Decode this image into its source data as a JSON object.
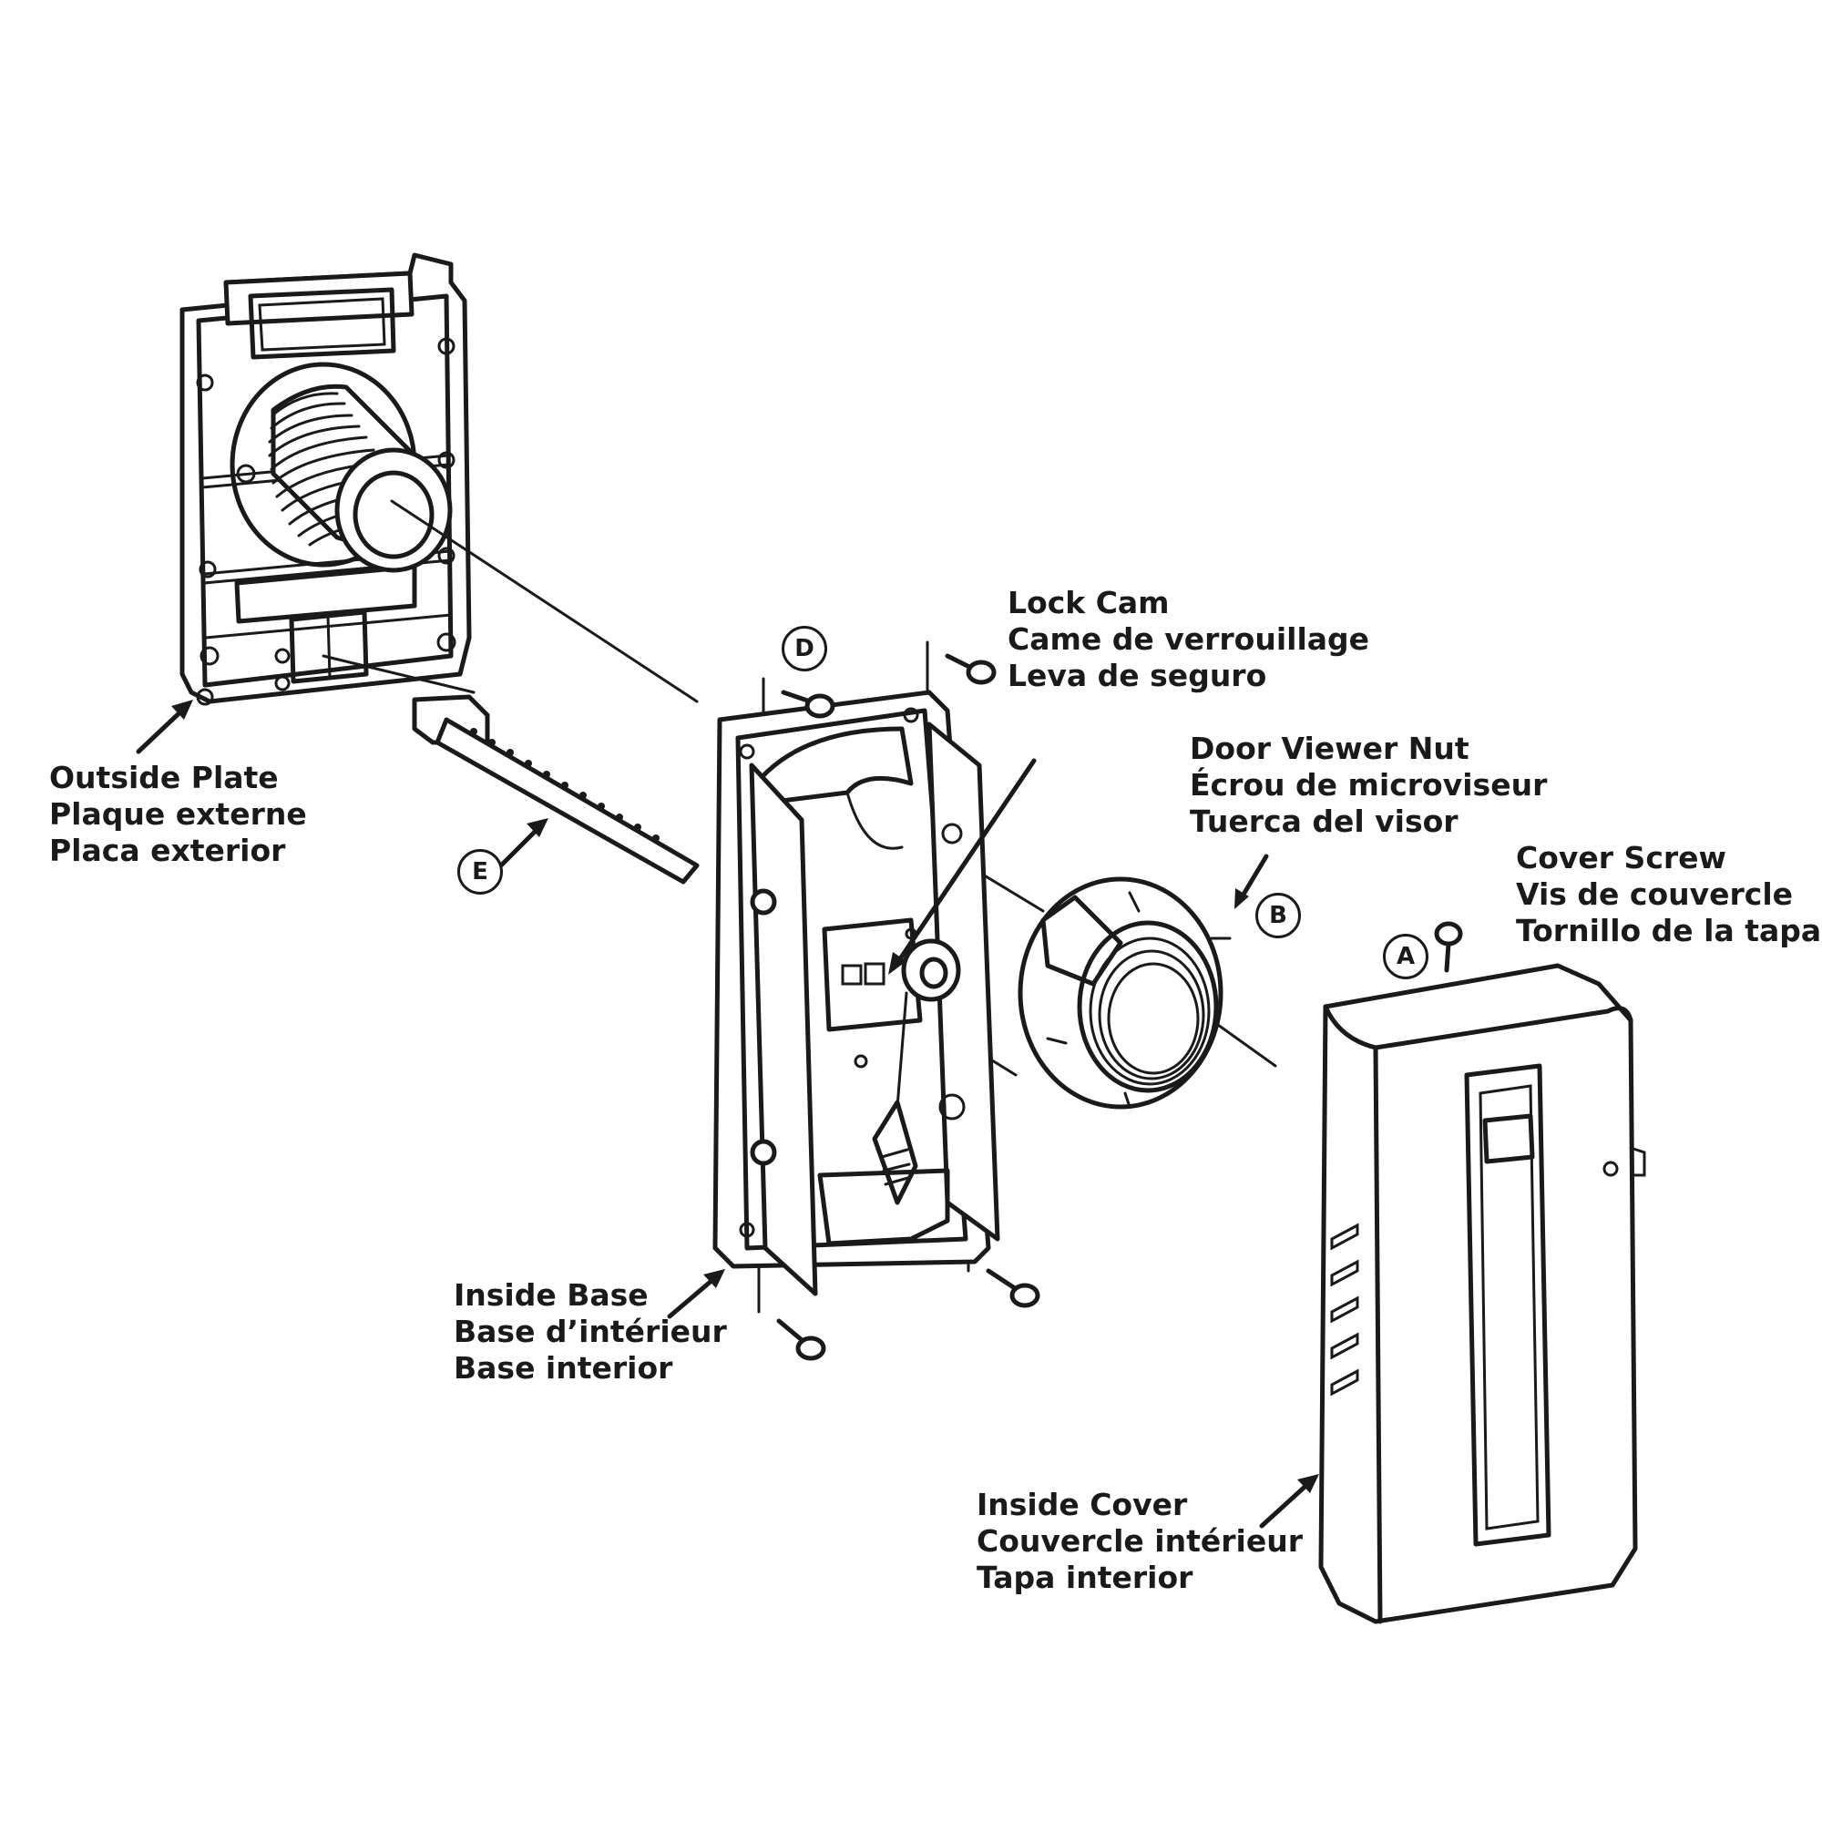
{
  "labels": {
    "outside_plate": [
      "Outside Plate",
      "Plaque externe",
      "Placa exterior"
    ],
    "lock_cam": [
      "Lock Cam",
      "Came de verrouillage",
      "Leva de seguro"
    ],
    "door_viewer_nut": [
      "Door Viewer Nut",
      "Écrou de microviseur",
      "Tuerca del visor"
    ],
    "cover_screw": [
      "Cover Screw",
      "Vis de couvercle",
      "Tornillo de la tapa"
    ],
    "inside_base": [
      "Inside Base",
      "Base d’intérieur",
      "Base interior"
    ],
    "inside_cover": [
      "Inside Cover",
      "Couvercle intérieur",
      "Tapa interior"
    ]
  },
  "callouts": {
    "a": "A",
    "b": "B",
    "d": "D",
    "e": "E"
  },
  "colors": {
    "ink": "#1a1a1a",
    "paper": "#ffffff"
  }
}
